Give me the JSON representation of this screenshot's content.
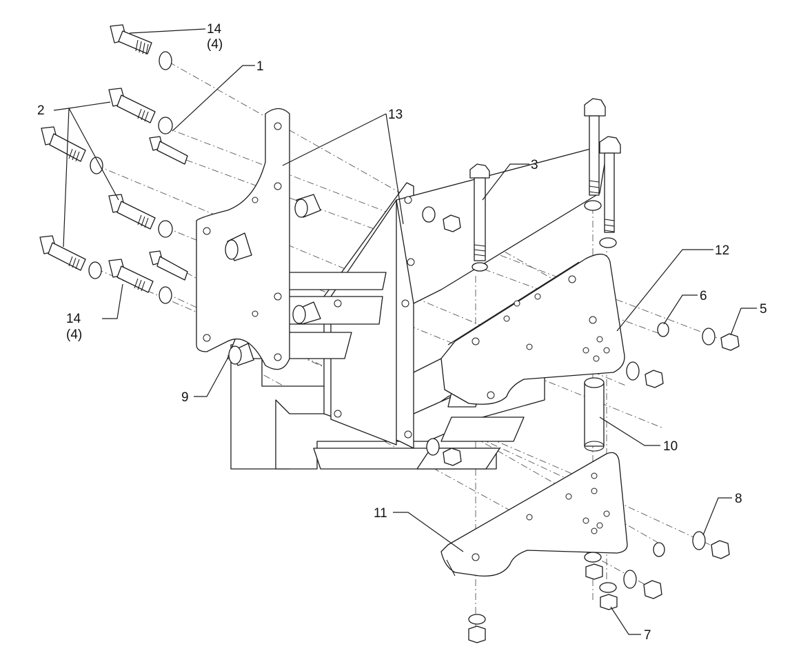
{
  "callouts": [
    {
      "id": "1",
      "text": "1"
    },
    {
      "id": "2",
      "text": "2"
    },
    {
      "id": "3",
      "text": "3"
    },
    {
      "id": "5",
      "text": "5"
    },
    {
      "id": "6",
      "text": "6"
    },
    {
      "id": "7",
      "text": "7"
    },
    {
      "id": "8",
      "text": "8"
    },
    {
      "id": "9",
      "text": "9"
    },
    {
      "id": "10",
      "text": "10"
    },
    {
      "id": "11",
      "text": "11"
    },
    {
      "id": "12",
      "text": "12"
    },
    {
      "id": "13",
      "text": "13"
    },
    {
      "id": "14a",
      "text": "14",
      "qty": "(4)"
    },
    {
      "id": "14b",
      "text": "14",
      "qty": "(4)"
    }
  ]
}
